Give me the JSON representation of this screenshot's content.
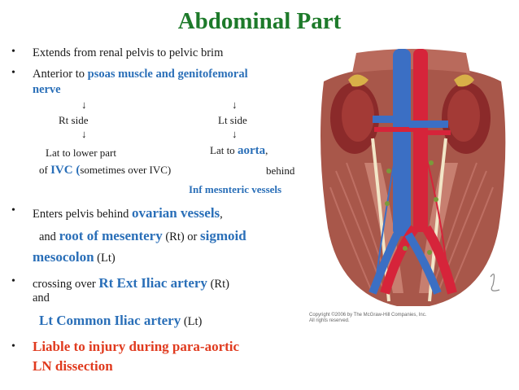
{
  "title": "Abdominal Part",
  "bullets": {
    "b1": "Extends from renal pelvis to pelvic brim",
    "b2_pre": "Anterior to ",
    "b2_blue_1": "psoas muscle and genitofemoral",
    "b2_blue_2": "nerve",
    "arrow": "↓",
    "rt_side": "Rt side",
    "lt_side": "Lt side",
    "rt_lower": "Lat to lower part",
    "rt_ivc_pre": "of ",
    "rt_ivc_blue": "IVC (",
    "rt_ivc_post": "sometimes over IVC)",
    "lt_aorta_pre": "Lat to ",
    "lt_aorta_blue": "aorta",
    "lt_aorta_post": ",",
    "lt_behind": "behind",
    "lt_inf": "Inf mesnteric vessels",
    "b3_pre": "Enters pelvis behind ",
    "b3_blue": "ovarian vessels",
    "b3_post": ",",
    "b3_l2_pre": "and ",
    "b3_l2_blue1": "root of mesentery",
    "b3_l2_mid": " (Rt) or ",
    "b3_l2_blue2": "sigmoid",
    "b3_l3_blue": "mesocolon",
    "b3_l3_post": " (Lt)",
    "b4_pre": "crossing over ",
    "b4_blue": "Rt Ext Iliac artery",
    "b4_post": " (Rt)",
    "b4_and": "and",
    "b4_l3_blue": "Lt Common Iliac artery",
    "b4_l3_post": " (Lt)",
    "b5_l1": "Liable to injury during para-aortic",
    "b5_l2": "LN dissection"
  },
  "figure": {
    "copyright_1": "Copyright ©2006 by The McGraw-Hill Companies, Inc.",
    "copyright_2": "All rights reserved."
  },
  "colors": {
    "title": "#1d7a2a",
    "blue": "#2a6fb8",
    "red": "#e03a1e"
  }
}
